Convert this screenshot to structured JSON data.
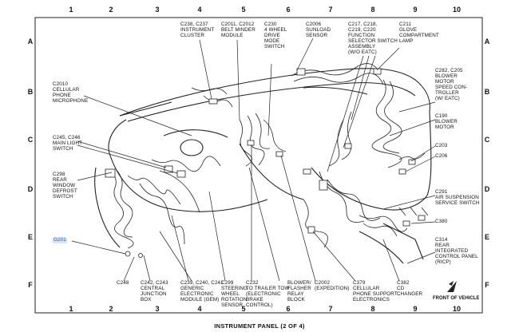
{
  "grid": {
    "columns": [
      "1",
      "2",
      "3",
      "4",
      "5",
      "6",
      "7",
      "8",
      "9",
      "10"
    ],
    "rows": [
      "A",
      "B",
      "C",
      "D",
      "E",
      "F"
    ]
  },
  "labels": {
    "c238": "C238, C237\nINSTRUMENT\nCLUSTER",
    "c2011": "C2011, C2012\nBELT MINDER\nMODULE",
    "c230": "C230\n4 WHEEL\nDRIVE\nMODE\nSWITCH",
    "c2006": "C2006\nSUNLOAD\nSENSOR",
    "c217": "C217, C218,\nC219, C220\nFUNCTION\nSELECTOR SWITCH\nASSEMBLY\n(W/O EATC)",
    "c211": "C211\nGLOVE\nCOMPARTMENT\nLAMP",
    "c2010": "C2010\nCELLULAR\nPHONE\nMICROPHONE",
    "c282": "C282, C205\nBLOWER\nMOTOR\nSPEED CON-\nTROLLER\n(W/ EATC)",
    "c190": "C190\nBLOWER\nMOTOR",
    "c245": "C245, C246\nMAIN LIGHT\nSWITCH",
    "c203": "C203",
    "c206": "C206",
    "c298": "C298\nREAR\nWINDOW\nDEFROST\nSWITCH",
    "c291": "C291\nAIR SUSPENSION\nSERVICE SWITCH",
    "c380": "C380",
    "g201": "G201",
    "c314": "C314\nREAR\nINTEGRATED\nCONTROL PANEL\n(RICP)",
    "c248": "C248",
    "c242": "C242, C243\nCENTRAL\nJUNCTION\nBOX",
    "c239": "C239, C240, C241\nGENERIC\nELECTRONIC\nMODULE (GEM)",
    "c299": "C299\nSTEERING\nWHEEL\nROTATION\nSENSOR",
    "c232": "C232\nTO TRAILER TOW\n(ELECTRONIC\nBRAKE\nCONTROL)",
    "blower": "BLOWER/\nFLASHER\nRELAY\nBLOCK",
    "c2002": "C2002\n(EXPEDITION)",
    "c379": "C379\nCELLULAR\nPHONE SUPPORT\nELECTRONICS",
    "c382": "C382\nCD\nCHANGER"
  },
  "front_label": "FRONT OF VEHICLE",
  "title": "INSTRUMENT PANEL (2 OF 4)"
}
